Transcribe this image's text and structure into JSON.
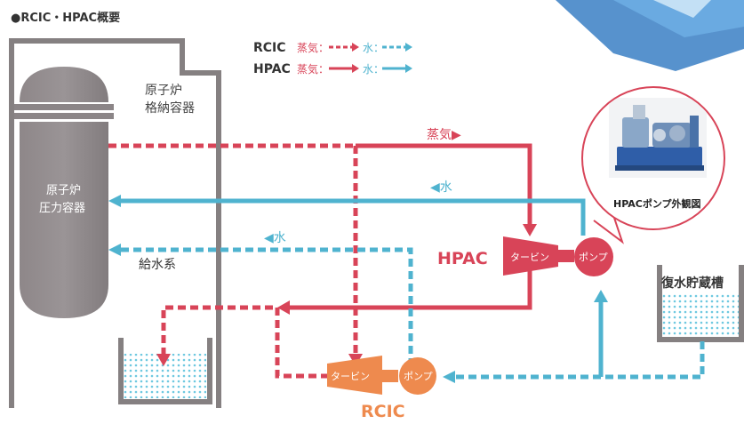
{
  "title": "●RCIC・HPAC概要",
  "legend": {
    "rcic": {
      "name": "RCIC",
      "steam": "蒸気：",
      "water": "水："
    },
    "hpac": {
      "name": "HPAC",
      "steam": "蒸気：",
      "water": "水："
    }
  },
  "containment": {
    "line1": "原子炉",
    "line2": "格納容器"
  },
  "vessel": {
    "line1": "原子炉",
    "line2": "圧力容器"
  },
  "flows": {
    "hpac_steam": "蒸気▶",
    "hpac_water": "◀水",
    "rcic_water": "◀水",
    "feedwater": "給水系"
  },
  "hpac": {
    "label": "HPAC",
    "turbine": "タービン",
    "pump": "ポンプ"
  },
  "rcic": {
    "label": "RCIC",
    "turbine": "タービン",
    "pump": "ポンプ"
  },
  "tank": {
    "label": "復水貯蔵槽"
  },
  "photo": {
    "caption": "HPACポンプ外観図"
  },
  "colors": {
    "steam": "#d84458",
    "water": "#4fb3cf",
    "rcic_accent": "#ee8a4e",
    "structure": "#858081",
    "vessel": "#8b8587"
  }
}
